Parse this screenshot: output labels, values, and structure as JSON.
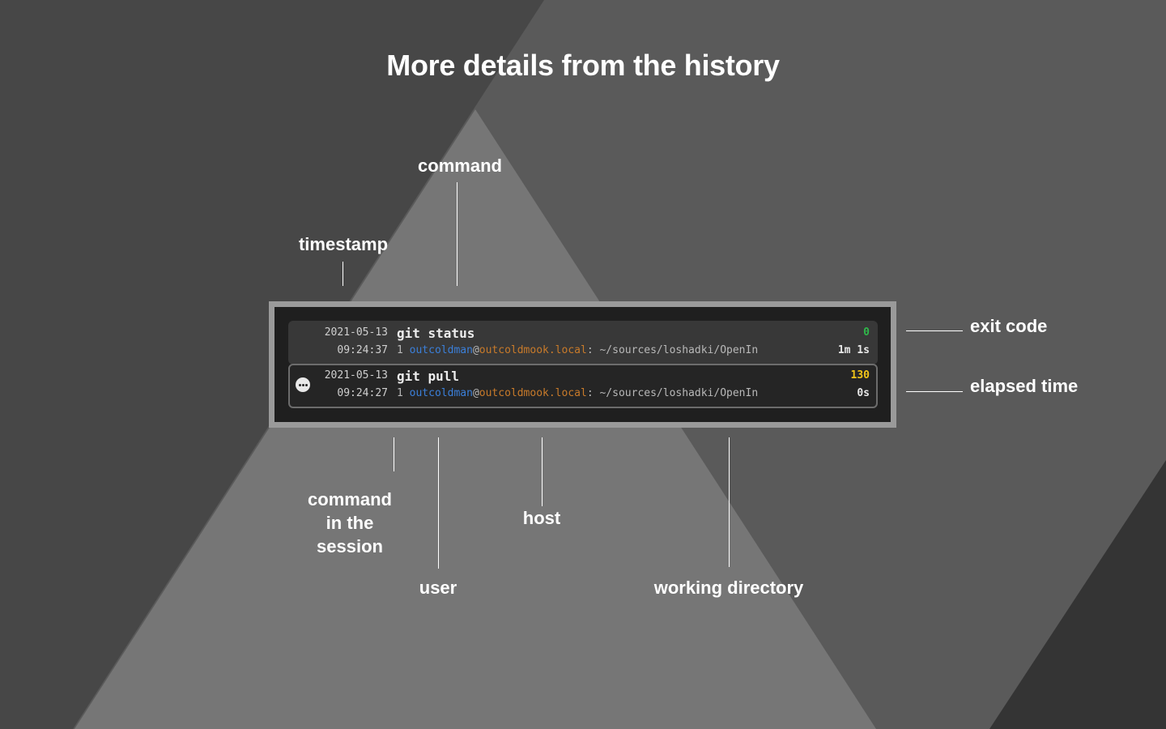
{
  "title": "More details from the history",
  "labels": {
    "command": "command",
    "timestamp": "timestamp",
    "exit_code": "exit code",
    "elapsed_time": "elapsed time",
    "command_in_session_line1": "command",
    "command_in_session_line2": "in the",
    "command_in_session_line3": "session",
    "user": "user",
    "host": "host",
    "working_directory": "working directory"
  },
  "colors": {
    "user": "#3b7fd9",
    "host": "#c87a2a",
    "exit_ok": "#2fb84a",
    "exit_fail": "#f0c419"
  },
  "history": [
    {
      "date": "2021-05-13",
      "time": "09:24:37",
      "command": "git status",
      "session_index": "1",
      "user": "outcoldman",
      "at": "@",
      "host": "outcoldmook.local",
      "sep": ":",
      "directory": "~/sources/loshadki/OpenIn",
      "exit_code": "0",
      "elapsed": "1m 1s"
    },
    {
      "date": "2021-05-13",
      "time": "09:24:27",
      "command": "git pull",
      "session_index": "1",
      "user": "outcoldman",
      "at": "@",
      "host": "outcoldmook.local",
      "sep": ":",
      "directory": "~/sources/loshadki/OpenIn",
      "exit_code": "130",
      "elapsed": "0s",
      "icon": "more-icon"
    }
  ]
}
